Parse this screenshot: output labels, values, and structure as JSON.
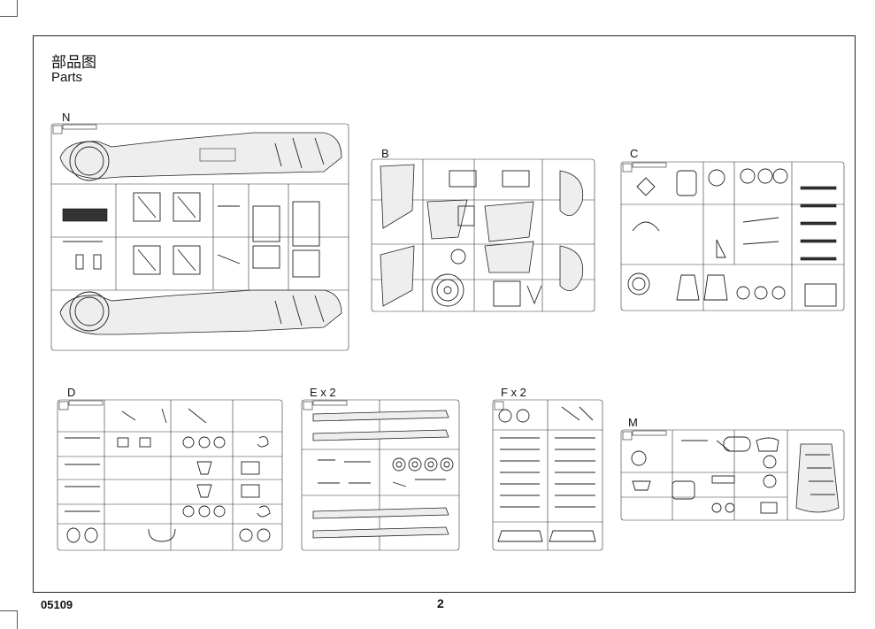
{
  "header": {
    "title_cn": "部品图",
    "title_en": "Parts"
  },
  "sprues": {
    "N": {
      "label": "N"
    },
    "B": {
      "label": "B"
    },
    "C": {
      "label": "C"
    },
    "D": {
      "label": "D"
    },
    "E": {
      "label": "E x 2"
    },
    "F": {
      "label": "F x 2"
    },
    "M": {
      "label": "M"
    }
  },
  "footer": {
    "code": "05109",
    "page": "2"
  }
}
